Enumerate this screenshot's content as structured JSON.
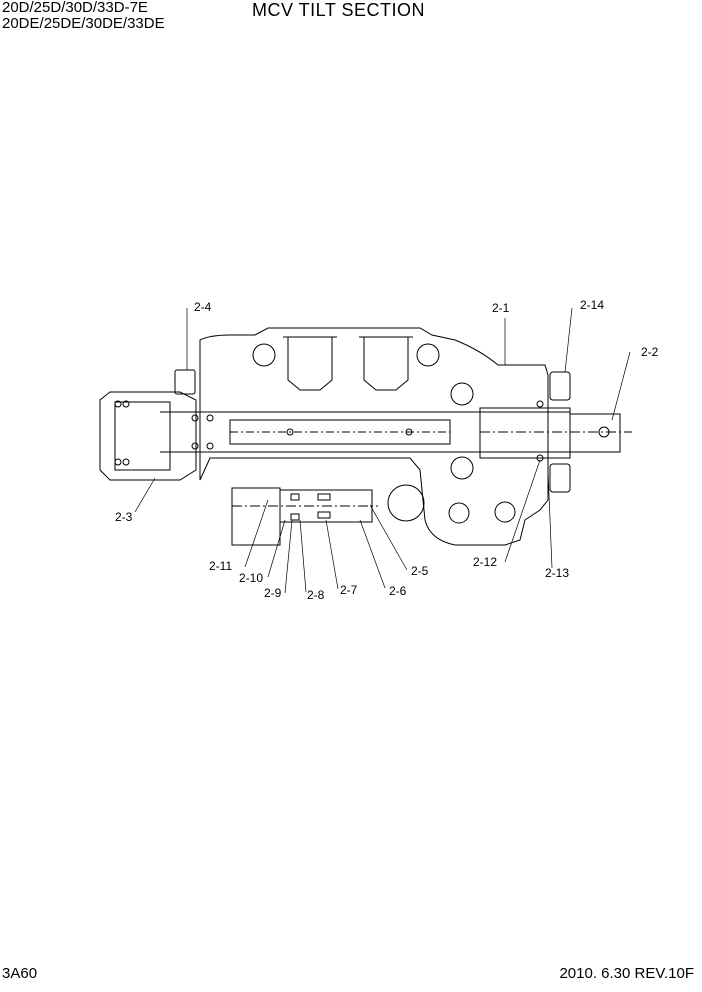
{
  "header": {
    "model_line_1": "20D/25D/30D/33D-7E",
    "model_line_2": "20DE/25DE/30DE/33DE",
    "title": "MCV TILT SECTION"
  },
  "footer": {
    "page_code": "3A60",
    "revision": "2010. 6.30  REV.10F"
  },
  "callouts": [
    {
      "id": "c-2-4",
      "label": "2-4"
    },
    {
      "id": "c-2-1",
      "label": "2-1"
    },
    {
      "id": "c-2-14",
      "label": "2-14"
    },
    {
      "id": "c-2-2",
      "label": "2-2"
    },
    {
      "id": "c-2-3",
      "label": "2-3"
    },
    {
      "id": "c-2-11",
      "label": "2-11"
    },
    {
      "id": "c-2-10",
      "label": "2-10"
    },
    {
      "id": "c-2-9",
      "label": "2-9"
    },
    {
      "id": "c-2-8",
      "label": "2-8"
    },
    {
      "id": "c-2-7",
      "label": "2-7"
    },
    {
      "id": "c-2-6",
      "label": "2-6"
    },
    {
      "id": "c-2-5",
      "label": "2-5"
    },
    {
      "id": "c-2-12",
      "label": "2-12"
    },
    {
      "id": "c-2-13",
      "label": "2-13"
    }
  ]
}
